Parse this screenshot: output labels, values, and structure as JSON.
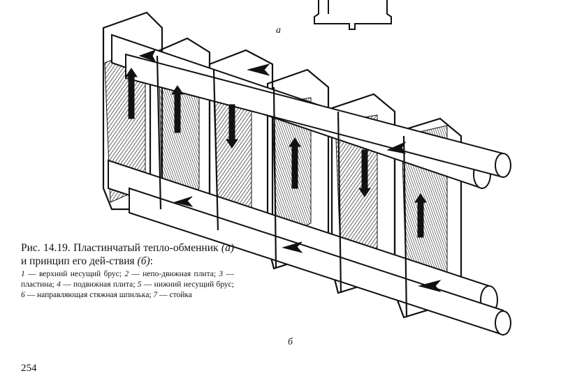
{
  "figure": {
    "label_a": "а",
    "label_b": "б"
  },
  "caption": {
    "title_prefix": "Рис. 14.19. Пластинчатый тепло-обменник ",
    "title_a": "(а)",
    "title_mid": " и принцип его дей-ствия ",
    "title_b": "(б)",
    "title_suffix": ":",
    "legend": [
      {
        "num": "1",
        "text": " — верхний несущий брус; "
      },
      {
        "num": "2",
        "text": " — непо-движная плита; "
      },
      {
        "num": "3",
        "text": " — пластина; "
      },
      {
        "num": "4",
        "text": " — подвижная плита; "
      },
      {
        "num": "5",
        "text": " — нижний несущий брус; "
      },
      {
        "num": "6",
        "text": " — направляющая стяжная шпилька; "
      },
      {
        "num": "7",
        "text": " — стойка"
      }
    ]
  },
  "page_number": "254"
}
